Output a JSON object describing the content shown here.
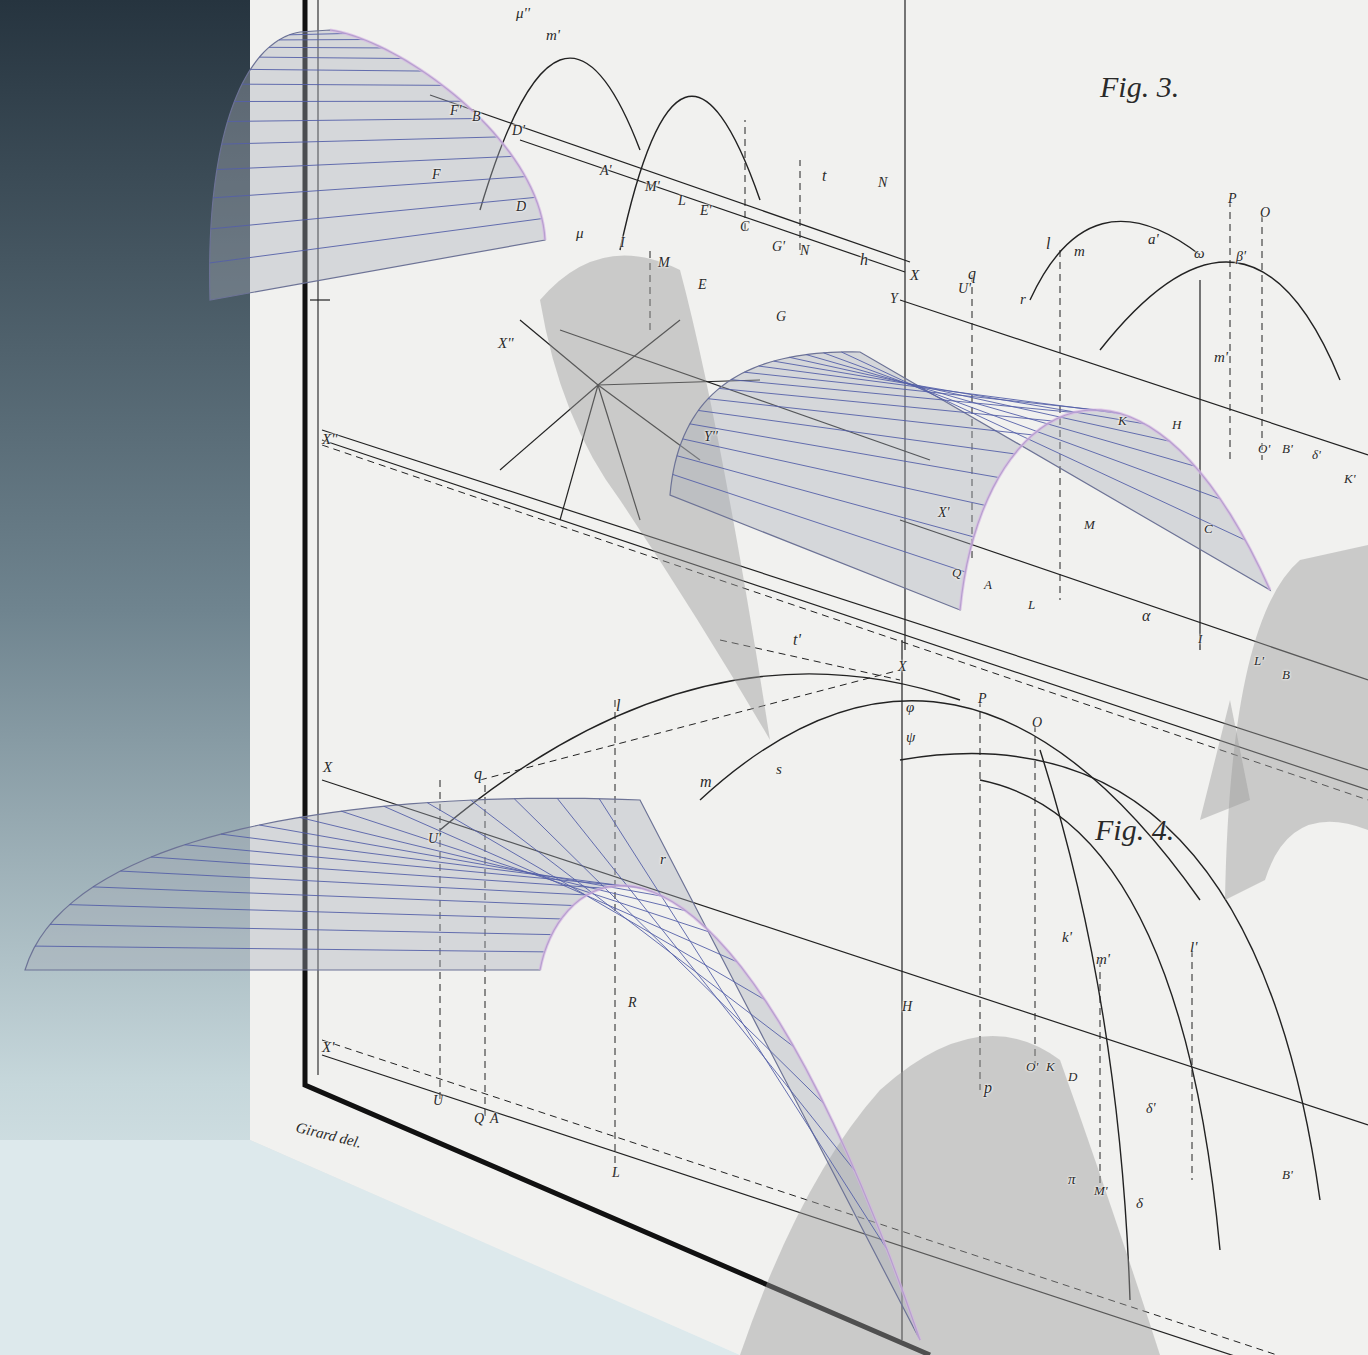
{
  "diagram": {
    "labels": [
      "Fig. 3.",
      "Fig. 4.",
      "Girard del.",
      "μ''",
      "m'",
      "F'",
      "B",
      "D'",
      "A'",
      "M'",
      "L",
      "E'",
      "C",
      "G'",
      "N",
      "h",
      "X",
      "Y",
      "F",
      "D",
      "μ",
      "I",
      "M",
      "E",
      "G",
      "X''",
      "Y''",
      "X''",
      "t",
      "N",
      "P",
      "O",
      "a'",
      "l",
      "m",
      "q",
      "U'",
      "r",
      "ω",
      "β'",
      "m'",
      "H",
      "K",
      "O'",
      "B'",
      "δ'",
      "K'",
      "X'",
      "Q",
      "A",
      "L",
      "M",
      "C",
      "α",
      "I",
      "L'",
      "B",
      "t'",
      "X",
      "φ",
      "ψ",
      "P",
      "O",
      "l",
      "m",
      "s",
      "q",
      "X",
      "U'",
      "r",
      "R",
      "X'",
      "U",
      "Q",
      "A",
      "L",
      "H",
      "k'",
      "m'",
      "l'",
      "p",
      "O'",
      "K",
      "D",
      "δ'",
      "π",
      "M'",
      "δ",
      "B'"
    ]
  }
}
